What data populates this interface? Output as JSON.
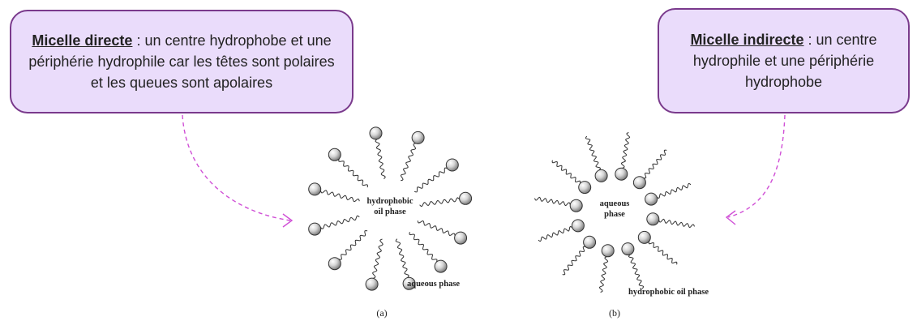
{
  "callouts": {
    "direct": {
      "term": "Micelle directe",
      "text": " : un centre hydrophobe et une périphérie hydrophile car les têtes sont polaires et les queues sont apolaires"
    },
    "indirect": {
      "term": "Micelle indirecte",
      "text": " : un centre hydrophile et une périphérie hydrophobe"
    }
  },
  "diagram_a": {
    "center_line1": "hydrophobic",
    "center_line2": "oil phase",
    "outer_label": "aqueous phase",
    "caption": "(a)"
  },
  "diagram_b": {
    "center_line1": "aqueous",
    "center_line2": "phase",
    "outer_label": "hydrophobic oil phase",
    "caption": "(b)"
  },
  "colors": {
    "callout_fill": "#eadcfb",
    "callout_border": "#7a3a8c",
    "arrow": "#d04fd6"
  }
}
